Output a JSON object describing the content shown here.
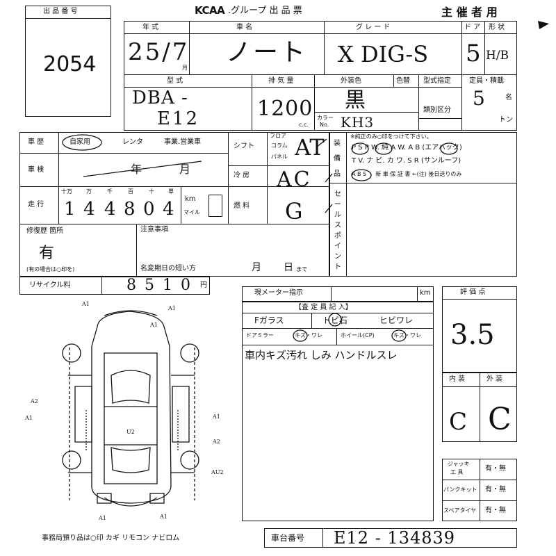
{
  "header": {
    "lot_label": "出 品 番 号",
    "lot_number": "2054",
    "brand": "KCAA",
    "group_title": ".グループ 出 品 票",
    "organizer": "主 催 者 用"
  },
  "vehicle": {
    "labels": {
      "year": "年 式",
      "name": "車 名",
      "grade": "グ レ ー ド",
      "door": "ド ア",
      "shape": "形 状",
      "model": "型 式",
      "displacement": "排 気 量",
      "exterior_color": "外装色",
      "color_change": "色替",
      "type_designation": "型式指定",
      "category": "類別区分",
      "capacity": "定員・積載",
      "color_no_1": "カラー",
      "color_no_2": "No.",
      "cc": "c.c.",
      "month_unit": "月",
      "capacity_unit1": "名",
      "capacity_unit2": "トン"
    },
    "year": "25/7",
    "name": "ノート",
    "grade": "X DIG-S",
    "door": "5",
    "shape": "H/B",
    "model_prefix": "DBA -",
    "model_code": "E12",
    "displacement": "1200",
    "exterior_color": "黒",
    "color_no": "KH3",
    "capacity": "5"
  },
  "history": {
    "label": "車 歴",
    "options": [
      "自家用",
      "レンタ",
      "事業.営業車"
    ]
  },
  "inspection": {
    "label": "車 検",
    "year_unit": "年",
    "month_unit": "月"
  },
  "mileage": {
    "label": "走 行",
    "digit_labels": [
      "十万",
      "万",
      "千",
      "百",
      "十",
      "單"
    ],
    "digits": [
      "1",
      "4",
      "4",
      "8",
      "0",
      "4"
    ],
    "unit_km": "km",
    "unit_mile": "マイル"
  },
  "drivetrain": {
    "shift_label": "シフト",
    "shift_options": [
      "フロア",
      "コラム",
      "パネル"
    ],
    "shift_value": "AT",
    "ac_label": "冷 房",
    "ac_value": "AC",
    "fuel_label": "燃 料",
    "fuel_value": "G"
  },
  "equipment": {
    "label": "装 備 品",
    "note": "※純正のみ○印をつけて下さい。",
    "line1": "P S   P W. 純 A W.  A B (エアバック)",
    "line2": "T V. ナ ビ. カ ワ.  S R (サンルーフ)",
    "line3": "A B S ・  新 車 保 証 書 ←(注) 後日送りのみ"
  },
  "sales_point": {
    "label": "セールスポイント"
  },
  "repair": {
    "label": "修復歴 箇所",
    "value": "有",
    "note": "(有の場合は○印を)"
  },
  "notes": {
    "label": "注意事項",
    "expiry_label": "名変期日の短い方",
    "month": "月",
    "day": "日",
    "until": "まで"
  },
  "recycle": {
    "label": "リサイクル料",
    "value": "8510",
    "unit": "円"
  },
  "meter": {
    "label": "現メーター指示",
    "unit": "km"
  },
  "inspector": {
    "title": "【査 定 員 記 入】",
    "windshield": "Fガラス",
    "chip": "トビ石",
    "crack": "ヒビワレ",
    "mirror": "ドアミラー",
    "mirror_damage": "キズ・ワレ",
    "wheel": "ホイール(CP)",
    "wheel_damage": "キズ・ワレ",
    "remark": "車内キズ汚れ しみ ハンドルスレ"
  },
  "grades": {
    "score_label": "評 価 点",
    "score": "3.5",
    "interior_label": "内 装",
    "exterior_label": "外 装",
    "interior": "C",
    "exterior": "C"
  },
  "accessories": {
    "jack_label1": "ジャッキ",
    "jack_label2": "工 具",
    "puncture_label": "パンクキット",
    "spare_label": "スペアタイヤ",
    "yes_no": "有・無"
  },
  "chassis": {
    "label": "車台番号",
    "value": "E12 - 134839"
  },
  "diagram_marks": [
    "A1",
    "A1",
    "A2",
    "A1",
    "A1",
    "A2",
    "A1",
    "A1",
    "AU2",
    "A1",
    "U2"
  ],
  "footer": "事務局預り品は○印   カギ  リモコン  ナビロム"
}
